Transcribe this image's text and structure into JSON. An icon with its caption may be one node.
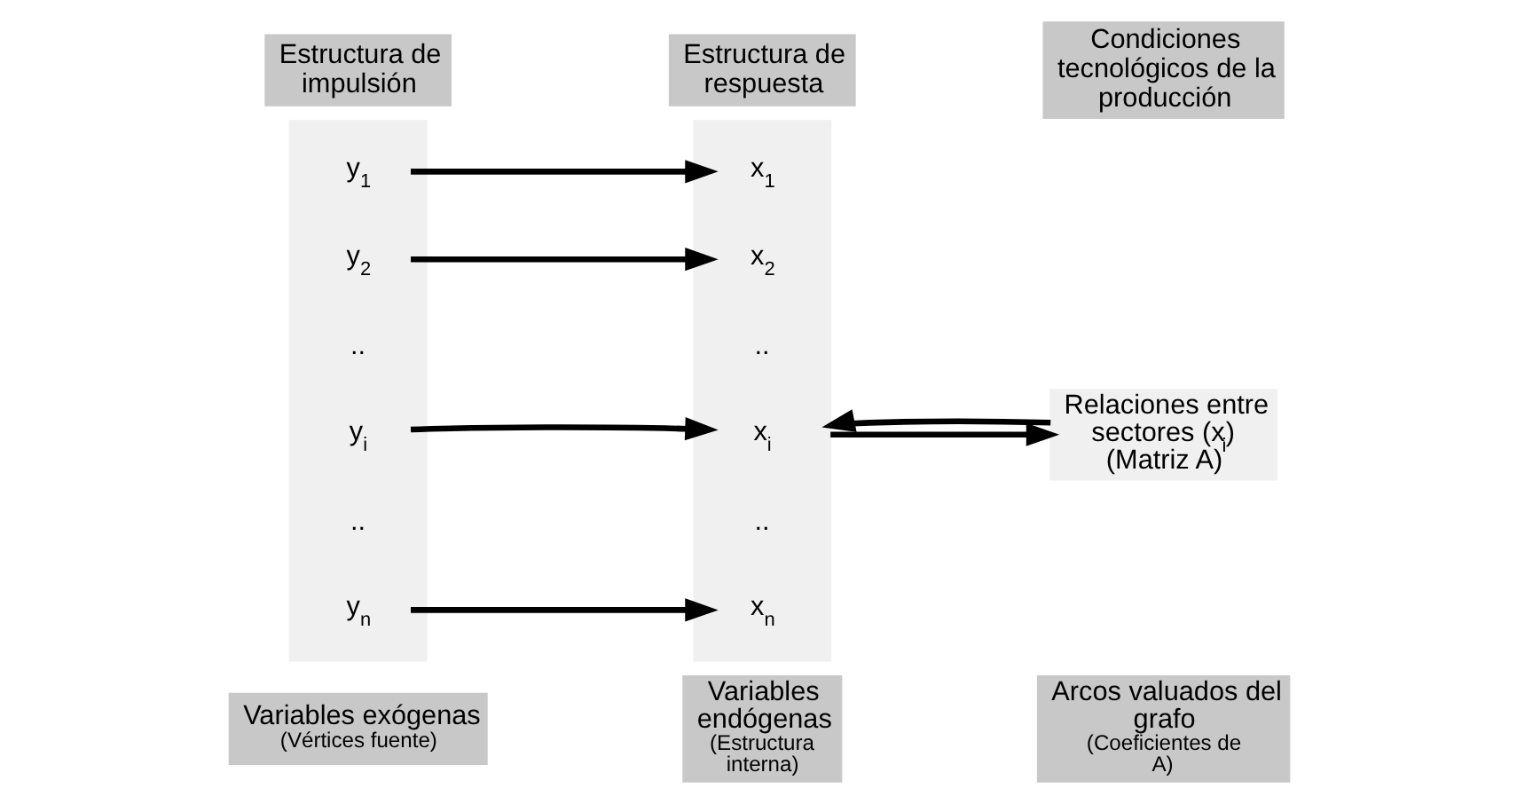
{
  "diagram": {
    "nodes": [
      {
        "text": [
          "Estructura de impulsión"
        ]
      },
      {
        "text": [],
        "shape": "box"
      },
      {
        "text": [
          "y$_{1}$"
        ],
        "in": 1
      },
      {
        "text": [
          "y$_{2}$"
        ],
        "in": 1
      },
      {
        "text": [
          ".."
        ],
        "in": 1
      },
      {
        "text": [
          "y$_{i}$"
        ],
        "in": 1
      },
      {
        "text": [
          ".."
        ],
        "in": 1
      },
      {
        "text": [
          "y$_{n}$"
        ],
        "in": 1
      },
      {
        "text": [
          "Variables exógenas",
          "(Vértices fuente)"
        ]
      },
      {
        "text": [
          "Estructura de respuesta"
        ]
      },
      {
        "text": [],
        "shape": "box"
      },
      {
        "text": [
          "x$_{1}$"
        ],
        "in": 10
      },
      {
        "text": [
          "x$_{2}$"
        ],
        "in": 10
      },
      {
        "text": [
          ".."
        ],
        "in": 10
      },
      {
        "text": [
          "x$_{i}$"
        ],
        "in": 10
      },
      {
        "text": [
          ".."
        ],
        "in": 10
      },
      {
        "text": [
          "x$_{n}$"
        ],
        "in": 10
      },
      {
        "text": [
          "Variables endógenas",
          "(Estructura interna)"
        ]
      },
      {
        "text": [
          "Condiciones tecnológicos de la producción"
        ]
      },
      {
        "text": [
          "Relaciones entre sectores (x$_{i}$) (Matriz A)"
        ]
      },
      {
        "text": [
          "Arcos valuados del grafo",
          "(Coeficientes de A)"
        ]
      }
    ],
    "edges": [
      {
        "from": 2,
        "to": 11,
        "arrow": "to"
      },
      {
        "from": 3,
        "to": 12,
        "arrow": "to"
      },
      {
        "from": 5,
        "to": 14,
        "arrow": "to"
      },
      {
        "from": 7,
        "to": 16,
        "arrow": "to"
      },
      {
        "from": 10,
        "to": 19,
        "arrow": "to"
      },
      {
        "from": 19,
        "to": 10,
        "arrow": "to"
      }
    ]
  }
}
